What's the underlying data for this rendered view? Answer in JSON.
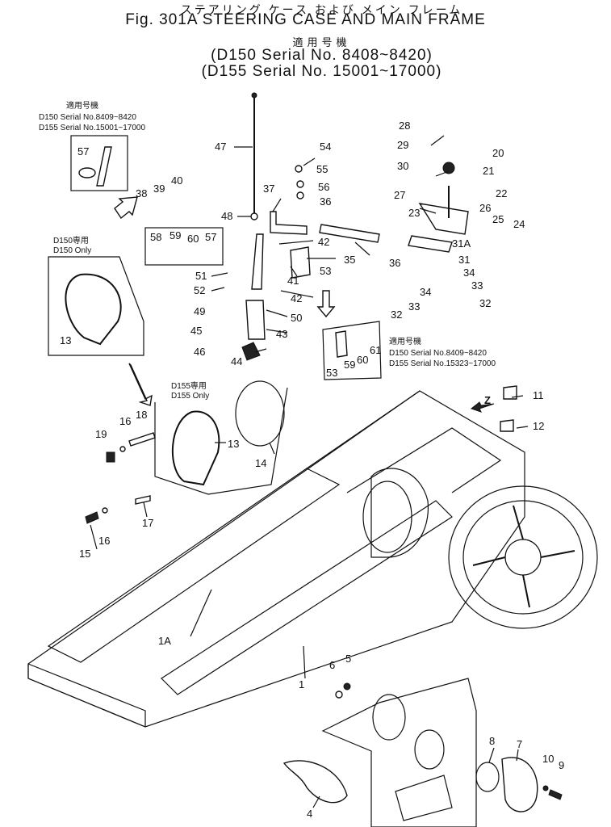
{
  "header": {
    "jp_title": "ステアリング ケース および メイン フレーム",
    "fig_title": "Fig. 301A  STEERING CASE AND MAIN FRAME",
    "jp_model": "適用号機",
    "serial_a": "(D150 Serial No. 8408~8420)",
    "serial_b": "(D155 Serial No. 15001~17000)"
  },
  "notes": {
    "top_left": {
      "jp": "適用号機",
      "line1": "D150 Serial  No.8409~8420",
      "line2": "D155 Serial  No.15001~17000"
    },
    "d150_only": {
      "jp": "D150専用",
      "en": "D150  Only"
    },
    "d155_only": {
      "jp": "D155専用",
      "en": "D155  Only"
    },
    "right": {
      "jp": "適用号機",
      "line1": "D150 Serial  No.8409~8420",
      "line2": "D155 Serial  No.15323~17000"
    }
  },
  "callouts": [
    "1",
    "1A",
    "4",
    "5",
    "6",
    "7",
    "8",
    "9",
    "10",
    "11",
    "12",
    "13",
    "13",
    "13",
    "14",
    "15",
    "16",
    "16",
    "17",
    "18",
    "19",
    "20",
    "21",
    "22",
    "23",
    "24",
    "25",
    "26",
    "27",
    "28",
    "29",
    "30",
    "31",
    "31A",
    "32",
    "32",
    "32",
    "33",
    "33",
    "34",
    "34",
    "35",
    "36",
    "36",
    "37",
    "38",
    "39",
    "40",
    "41",
    "42",
    "42",
    "43",
    "44",
    "45",
    "46",
    "47",
    "48",
    "49",
    "50",
    "51",
    "52",
    "53",
    "53",
    "54",
    "55",
    "56",
    "57",
    "57",
    "58",
    "59",
    "59",
    "60",
    "60",
    "61",
    "Z"
  ]
}
